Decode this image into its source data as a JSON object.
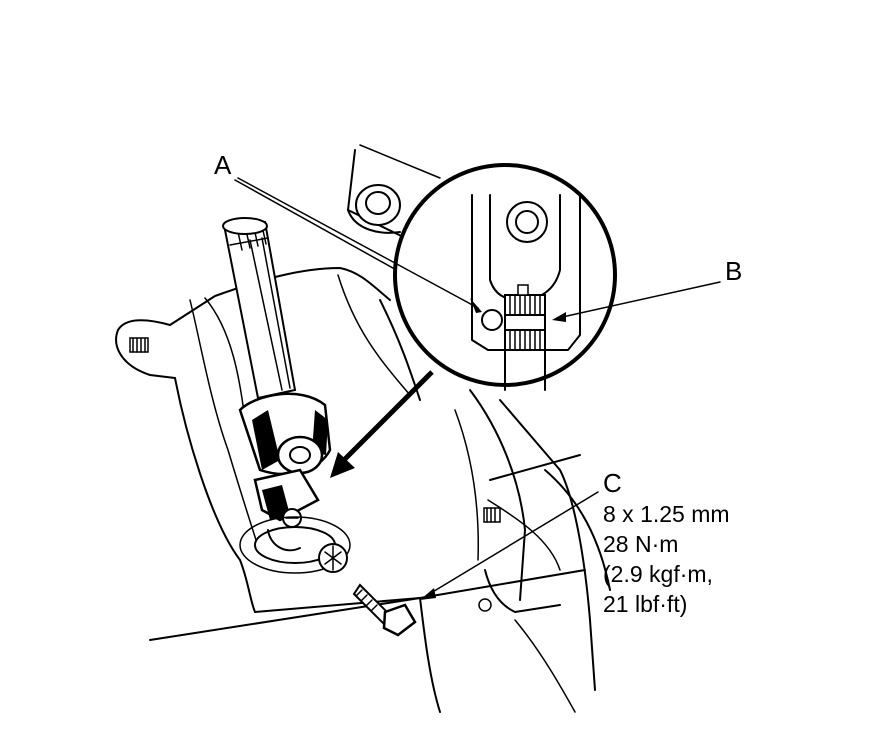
{
  "callouts": {
    "a": "A",
    "b": "B",
    "c": "C"
  },
  "bolt_spec": {
    "size": "8 x 1.25 mm",
    "torque_nm": "28 N·m",
    "torque_kgfm": "(2.9 kgf·m,",
    "torque_lbfft": "21 lbf·ft)"
  }
}
